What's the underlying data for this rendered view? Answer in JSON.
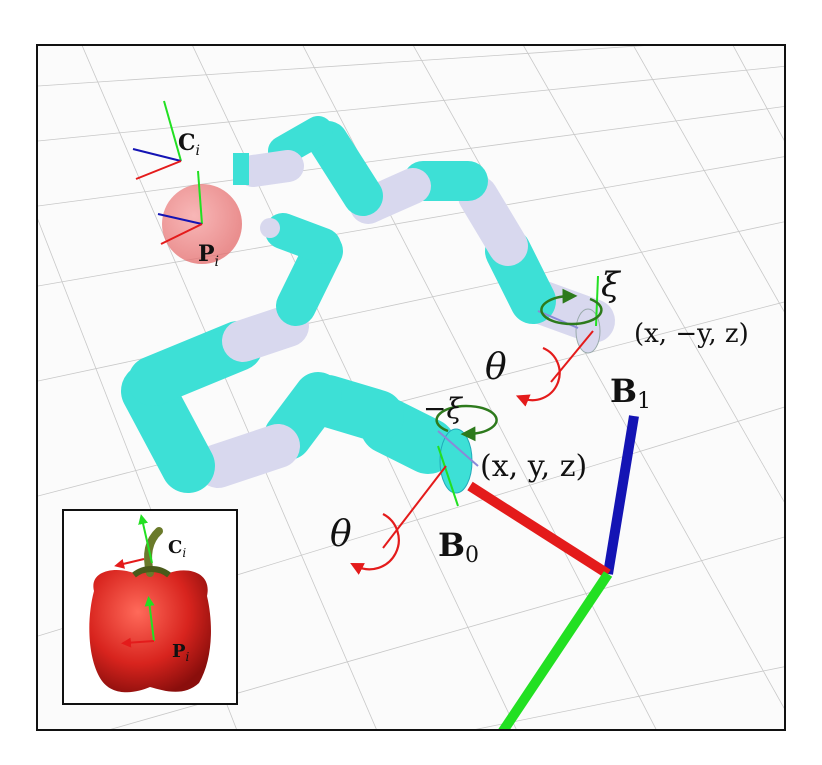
{
  "labels": {
    "camera_frame": "C",
    "camera_sub": "i",
    "point_frame": "P",
    "point_sub": "i",
    "base0": "B",
    "base0_sub": "0",
    "base1": "B",
    "base1_sub": "1",
    "pos0": "(x, y, z)",
    "pos1": "(x, −y, z)",
    "theta0": "θ",
    "theta1": "θ",
    "xi1": "ξ",
    "xi0": "−ξ"
  },
  "inset": {
    "camera_frame": "C",
    "camera_sub": "i",
    "point_frame": "P",
    "point_sub": "i"
  },
  "colors": {
    "arm_cyan": "#3de0d6",
    "arm_lavender": "#d8d8ee",
    "axis_red": "#e41b1b",
    "axis_green": "#22e022",
    "axis_blue": "#1414b4",
    "rotation_green": "#2d7a1c",
    "rotation_red": "#e41b1b",
    "target_sphere": "#f08080",
    "pepper_red": "#d8241e"
  }
}
